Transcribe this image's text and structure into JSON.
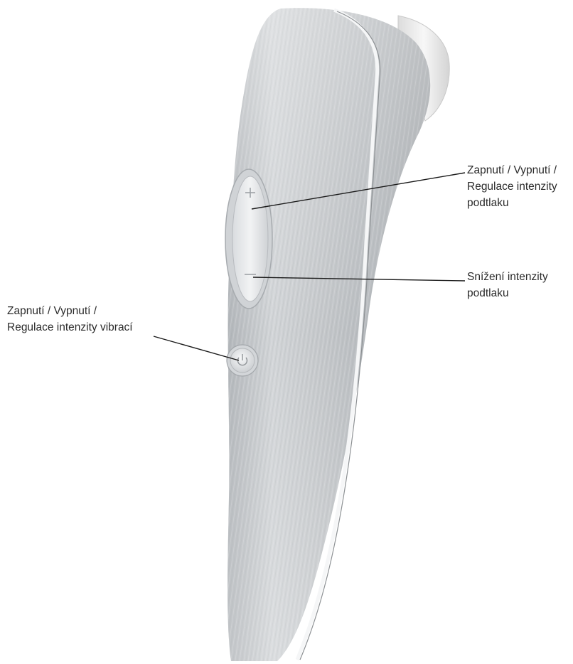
{
  "callouts": {
    "plus_button": {
      "text": "Zapnutí / Vypnutí /\nRegulace intenzity\npodtlaku"
    },
    "minus_button": {
      "text": "Snížení intenzity\npodtlaku"
    },
    "power_button": {
      "text": "Zapnutí / Vypnutí /\nRegulace intenzity vibrací"
    }
  },
  "device": {
    "body_color": "#b9bdc1",
    "body_highlight": "#e6e8ea",
    "trim_color": "#f4f5f6",
    "head_color": "#f1f1f1",
    "button_panel_color": "#eceef0",
    "leader_line_color": "#1a1a1a"
  },
  "icons": {
    "plus": "plus-icon",
    "minus": "minus-icon",
    "power": "power-icon"
  }
}
